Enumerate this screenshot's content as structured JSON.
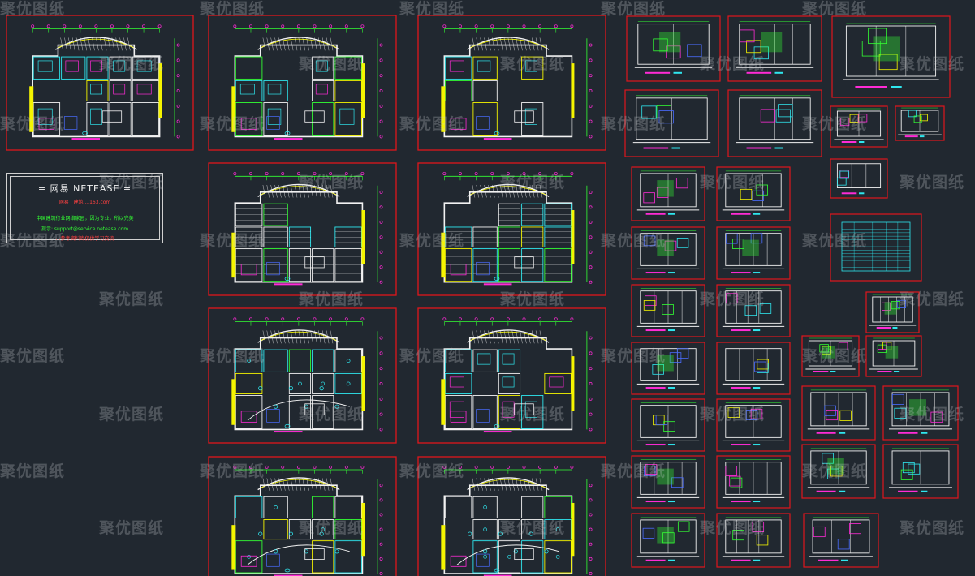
{
  "colors": {
    "background": "#212830",
    "sheet_border": "#e0161c",
    "wall": "#f2f2f2",
    "cyan": "#2fe6ee",
    "green": "#33ff33",
    "yellow": "#f5f500",
    "magenta": "#ff2bd6",
    "red": "#ff3030",
    "blue": "#4a6cff"
  },
  "watermark": {
    "text": "聚优图纸"
  },
  "title_block": {
    "title": "= 网易  NETEASE =",
    "line1": "网易 · 建筑   ...163.com",
    "line2": "中国建筑行业网络家园，因为专业，所以完美",
    "line3": "提示: support@service.netease.com",
    "line4": "...参考资料库仅供学习交流"
  }
}
